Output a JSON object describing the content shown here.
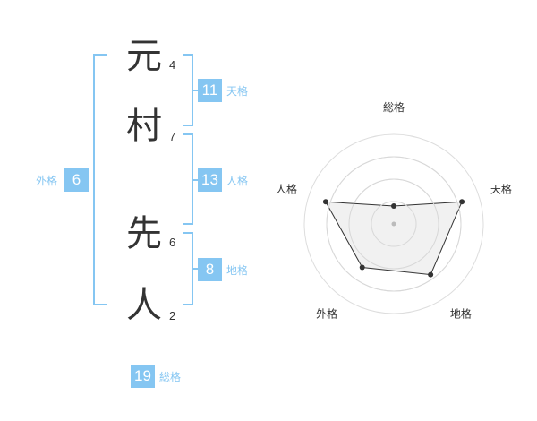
{
  "name_chars": [
    {
      "char": "元",
      "strokes": "4"
    },
    {
      "char": "村",
      "strokes": "7"
    },
    {
      "char": "先",
      "strokes": "6"
    },
    {
      "char": "人",
      "strokes": "2"
    }
  ],
  "fortunes": {
    "tenkaku": {
      "value": "11",
      "label": "天格"
    },
    "jinkaku": {
      "value": "13",
      "label": "人格"
    },
    "chikaku": {
      "value": "8",
      "label": "地格"
    },
    "gaikaku": {
      "value": "6",
      "label": "外格"
    },
    "soukaku": {
      "value": "19",
      "label": "総格"
    }
  },
  "colors": {
    "accent": "#85c6f2",
    "text": "#333333",
    "radar_fill": "#eeeeee",
    "radar_line": "#333333"
  },
  "chart_data": {
    "type": "radar",
    "axes": [
      "総格",
      "天格",
      "地格",
      "外格",
      "人格"
    ],
    "values": [
      0.2,
      0.8,
      0.7,
      0.6,
      0.8
    ],
    "max": 1,
    "rings": 4
  }
}
